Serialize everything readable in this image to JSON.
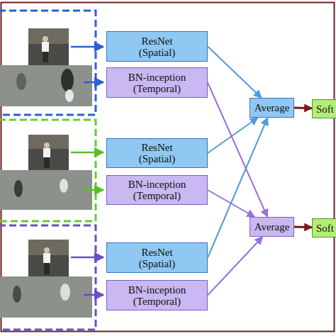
{
  "diagram": {
    "nodes": [
      {
        "text": [
          "ResNet (Spatial)"
        ]
      },
      {
        "text": [
          "BN-inception (Temporal)"
        ]
      },
      {
        "text": [
          "Average"
        ]
      },
      {
        "text": [
          "Soft"
        ]
      },
      {
        "text": [
          "ResNet (Spatial)"
        ]
      },
      {
        "text": [
          "BN-inception (Temporal)"
        ]
      },
      {
        "text": [
          "Average"
        ]
      },
      {
        "text": [
          "Soft"
        ]
      },
      {
        "text": [
          "ResNet (Spatial)"
        ]
      },
      {
        "text": [
          "BN-inception (Temporal)"
        ]
      }
    ],
    "edges": [
      {
        "from": 0,
        "to": 2,
        "arrow": "to"
      },
      {
        "from": 4,
        "to": 2,
        "arrow": "to"
      },
      {
        "from": 8,
        "to": 2,
        "arrow": "to"
      },
      {
        "from": 1,
        "to": 6,
        "arrow": "to"
      },
      {
        "from": 5,
        "to": 6,
        "arrow": "to"
      },
      {
        "from": 9,
        "to": 6,
        "arrow": "to"
      },
      {
        "from": 2,
        "to": 3,
        "arrow": "to"
      },
      {
        "from": 6,
        "to": 7,
        "arrow": "to"
      }
    ]
  }
}
